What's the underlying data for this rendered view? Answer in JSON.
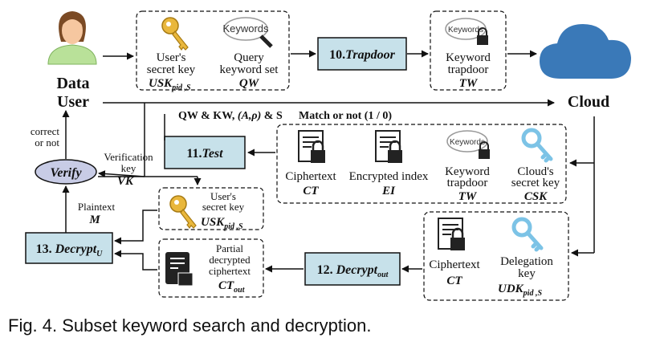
{
  "actors": {
    "data_user_line1": "Data",
    "data_user_line2": "User",
    "cloud": "Cloud"
  },
  "top_box": {
    "usk_line1": "User's",
    "usk_line2": "secret key",
    "usk_var": "USK",
    "usk_sub": "pid ,S",
    "qw_line1": "Query",
    "qw_line2": "keyword set",
    "qw_var": "QW"
  },
  "steps": {
    "trapdoor_num": "10.",
    "trapdoor_name": "Trapdoor",
    "test_num": "11.",
    "test_name": "Test",
    "decrypt_out_num": "12. ",
    "decrypt_out_name": "Decrypt",
    "decrypt_out_sub": "out",
    "decrypt_u_num": "13. ",
    "decrypt_u_name": "Decrypt",
    "decrypt_u_sub": "U"
  },
  "trapdoor_out": {
    "line1": "Keyword",
    "line2": "trapdoor",
    "var": "TW"
  },
  "match_line": {
    "left": "QW & KW, ",
    "left_var": "(A,ρ)",
    "left_tail": " & S",
    "right": "Match or not (1 / 0)"
  },
  "test_box": {
    "ct_line1": "Ciphertext",
    "ct_var": "CT",
    "ei_line1": "Encrypted index",
    "ei_var": "EI",
    "tw_line1": "Keyword",
    "tw_line2": "trapdoor",
    "tw_var": "TW",
    "csk_line1": "Cloud's",
    "csk_line2": "secret key",
    "csk_var": "CSK"
  },
  "cloud_box": {
    "ct_line1": "Ciphertext",
    "ct_var": "CT",
    "udk_line1": "Delegation",
    "udk_line2": "key",
    "udk_var": "UDK",
    "udk_sub": "pid ,S"
  },
  "verify": {
    "label": "Verify",
    "correct_line1": "correct",
    "correct_line2": "or not",
    "vk_line1": "Verification",
    "vk_line2": "key",
    "vk_var": "VK"
  },
  "plaintext": {
    "line1": "Plaintext",
    "var": "M"
  },
  "user_key_box": {
    "line1": "User's",
    "line2": "secret key",
    "var": "USK",
    "sub": "pid ,S"
  },
  "partial_box": {
    "line1": "Partial",
    "line2": "decrypted",
    "line3": "ciphertext",
    "var": "CT",
    "sub": "out"
  },
  "keywords_icon_text": "Keywords",
  "colors": {
    "step_fill": "#c7e1ea",
    "verify_fill": "#c8cce6",
    "cloud": "#3a79b8",
    "key_gold": "#e9b73c",
    "key_blue": "#7cc3e6"
  },
  "caption": "Fig. 4. Subset keyword search and decryption."
}
